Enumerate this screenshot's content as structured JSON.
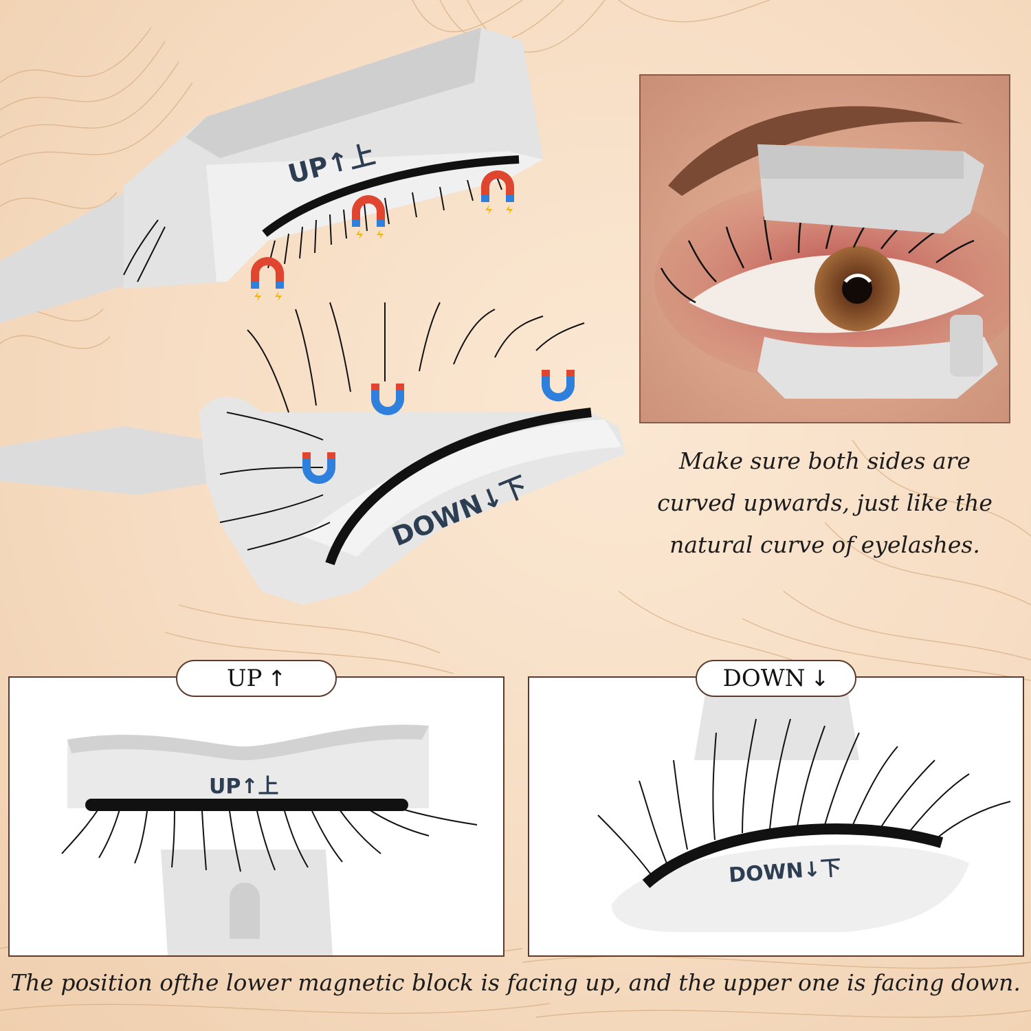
{
  "hero": {
    "upper_label": "UP↑上",
    "lower_label": "DOWN↓下"
  },
  "caption": {
    "line1": "Make sure both sides are",
    "line2": "curved upwards, just like the",
    "line3": "natural curve of eyelashes."
  },
  "panel_up": {
    "tab_label": "UP",
    "tab_arrow": "↑",
    "applicator_label": "UP↑上"
  },
  "panel_down": {
    "tab_label": "DOWN",
    "tab_arrow": "↓",
    "applicator_label": "DOWN↓下"
  },
  "footer": {
    "text": "The position ofthe lower magnetic block is facing up, and the upper one is facing down."
  },
  "colors": {
    "frame": "#5b3a2c",
    "label_ink": "#2d3e52",
    "magnet_red": "#e0462f",
    "magnet_blue": "#2f7fdc"
  }
}
